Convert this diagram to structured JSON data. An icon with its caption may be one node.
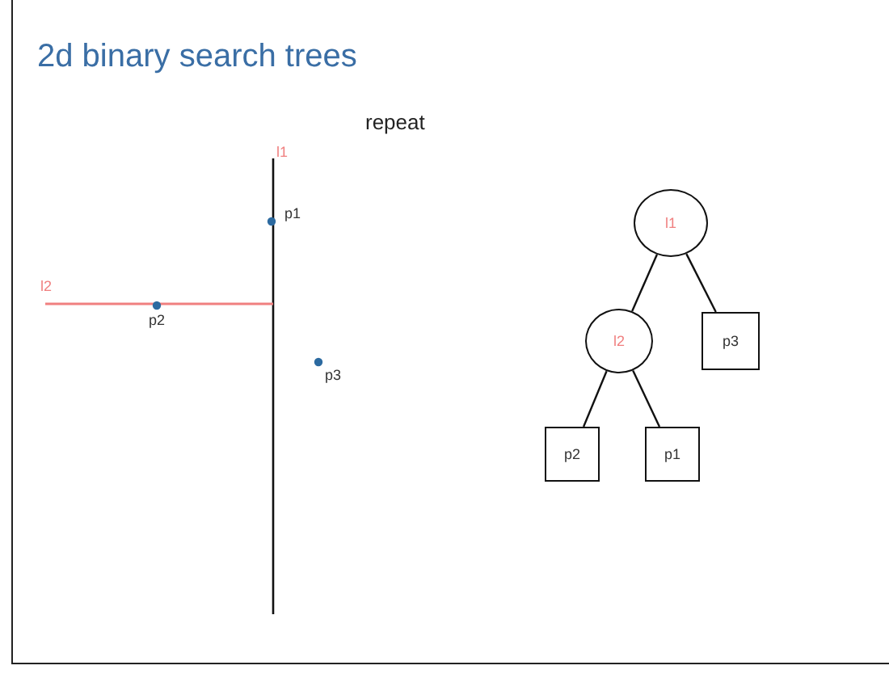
{
  "diagram": {
    "title": "2d binary search trees",
    "nodes": [
      {
        "text": [
          "l1"
        ]
      },
      {
        "text": [
          "l2"
        ]
      },
      {
        "text": [
          "p3"
        ]
      },
      {
        "text": [
          "p2"
        ]
      },
      {
        "text": [
          "p1"
        ]
      }
    ],
    "edges": [
      {
        "from": 0,
        "to": 1,
        "arrow": "none"
      },
      {
        "from": 0,
        "to": 2,
        "arrow": "none"
      },
      {
        "from": 1,
        "to": 3,
        "arrow": "none"
      },
      {
        "from": 1,
        "to": 4,
        "arrow": "none"
      }
    ],
    "labels": [
      "repeat",
      "l1",
      "p1",
      "l2",
      "p2",
      "p3"
    ]
  }
}
